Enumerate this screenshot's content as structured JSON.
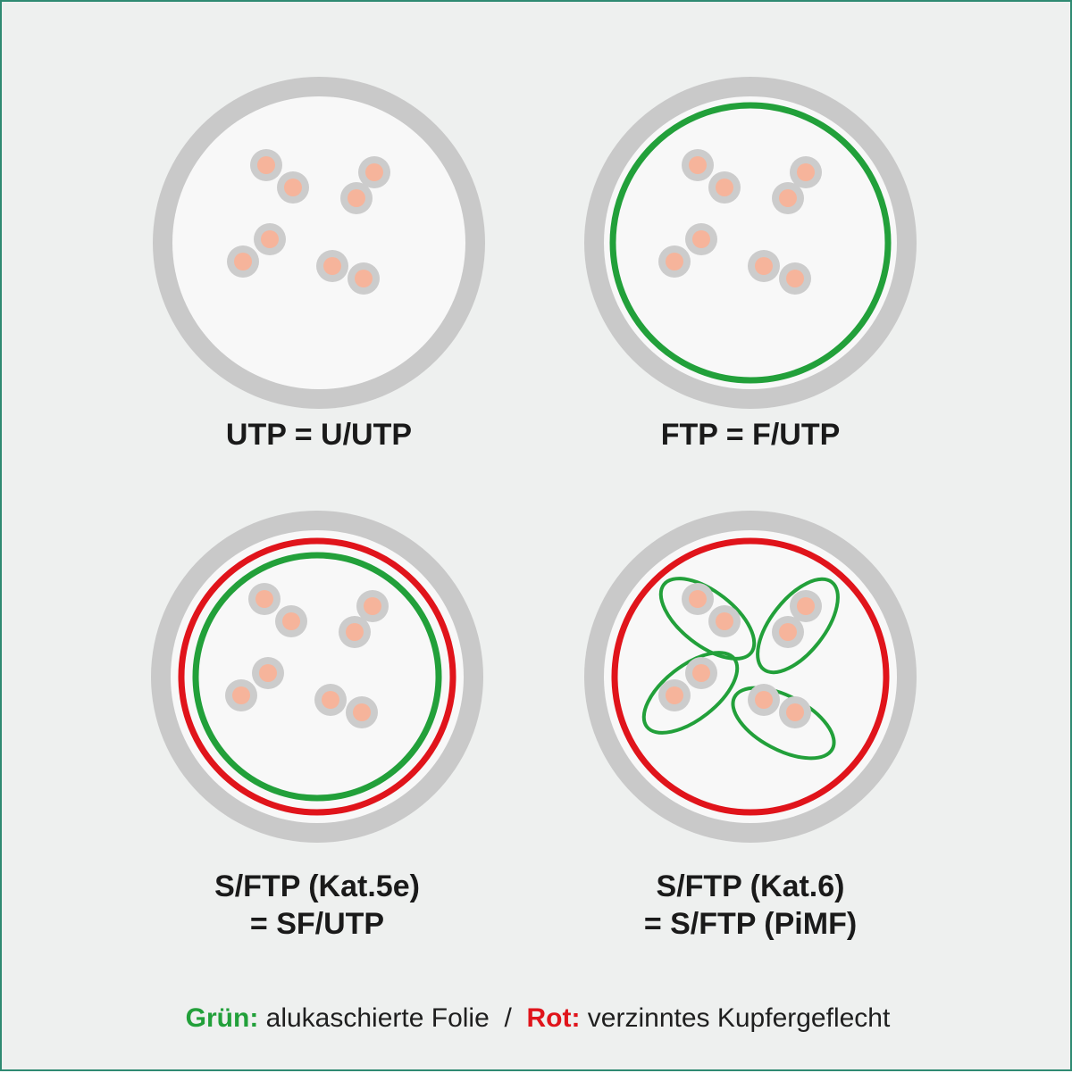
{
  "colors": {
    "background": "#eef0ef",
    "frame": "#2f8a72",
    "jacket": "#c9c9c9",
    "interior": "#f8f8f8",
    "foil": "#22a03a",
    "braid": "#e0141b",
    "wire_outer": "#cccccc",
    "wire_core": "#f6b49b",
    "text": "#1a1a1a"
  },
  "cables": [
    {
      "id": "utp",
      "label_lines": [
        "UTP = U/UTP"
      ],
      "braid": false,
      "overall_foil": false,
      "pair_foil": false
    },
    {
      "id": "ftp",
      "label_lines": [
        "FTP = F/UTP"
      ],
      "braid": false,
      "overall_foil": true,
      "pair_foil": false
    },
    {
      "id": "sftp-kat5e",
      "label_lines": [
        "S/FTP (Kat.5e)",
        "= SF/UTP"
      ],
      "braid": true,
      "overall_foil": true,
      "pair_foil": false
    },
    {
      "id": "sftp-kat6",
      "label_lines": [
        "S/FTP (Kat.6)",
        "= S/FTP (PiMF)"
      ],
      "braid": true,
      "overall_foil": false,
      "pair_foil": true
    }
  ],
  "legend": {
    "green_key": "Grün:",
    "green_text": " alukaschierte Folie",
    "separator": "  /  ",
    "red_key": "Rot:",
    "red_text": " verzinntes Kupfergeflecht"
  }
}
